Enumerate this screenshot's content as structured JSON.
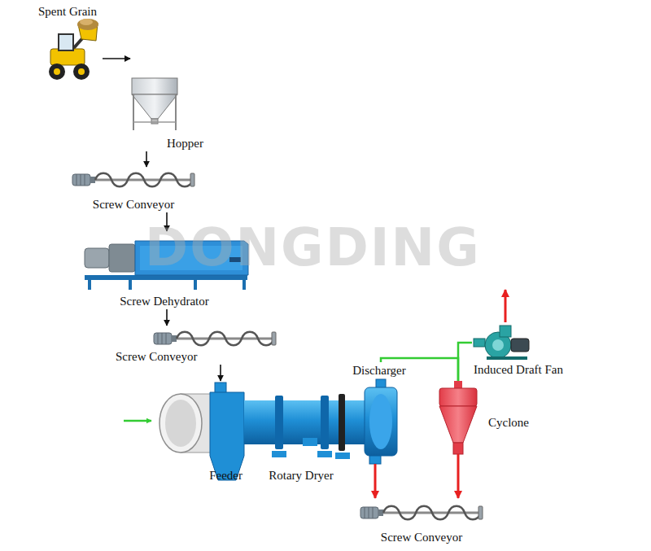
{
  "diagram": {
    "nodes": [
      {
        "text": [
          "Spent Grain"
        ]
      },
      {
        "text": [
          "Hopper"
        ]
      },
      {
        "text": [
          "Screw Conveyor"
        ]
      },
      {
        "text": [
          "Screw Dehydrator"
        ]
      },
      {
        "text": [
          "Screw Conveyor"
        ]
      },
      {
        "text": [
          "Feeder"
        ]
      },
      {
        "text": [
          "Rotary Dryer"
        ]
      },
      {
        "text": [
          "Discharger"
        ]
      },
      {
        "text": [
          "Cyclone"
        ]
      },
      {
        "text": [
          "Induced Draft Fan"
        ]
      },
      {
        "text": [
          "Screw Conveyor"
        ]
      }
    ],
    "edges": [
      {
        "from": 0,
        "to": 1,
        "arrow": "to"
      },
      {
        "from": 1,
        "to": 2,
        "arrow": "to"
      },
      {
        "from": 2,
        "to": 3,
        "arrow": "to"
      },
      {
        "from": 3,
        "to": 4,
        "arrow": "to"
      },
      {
        "from": 4,
        "to": 5,
        "arrow": "to"
      },
      {
        "from": 7,
        "to": 8,
        "arrow": "none"
      },
      {
        "from": 8,
        "to": 9,
        "arrow": "none"
      },
      {
        "from": 7,
        "to": 10,
        "arrow": "to"
      },
      {
        "from": 8,
        "to": 10,
        "arrow": "to"
      }
    ],
    "labels": [
      "DONGDING"
    ]
  }
}
